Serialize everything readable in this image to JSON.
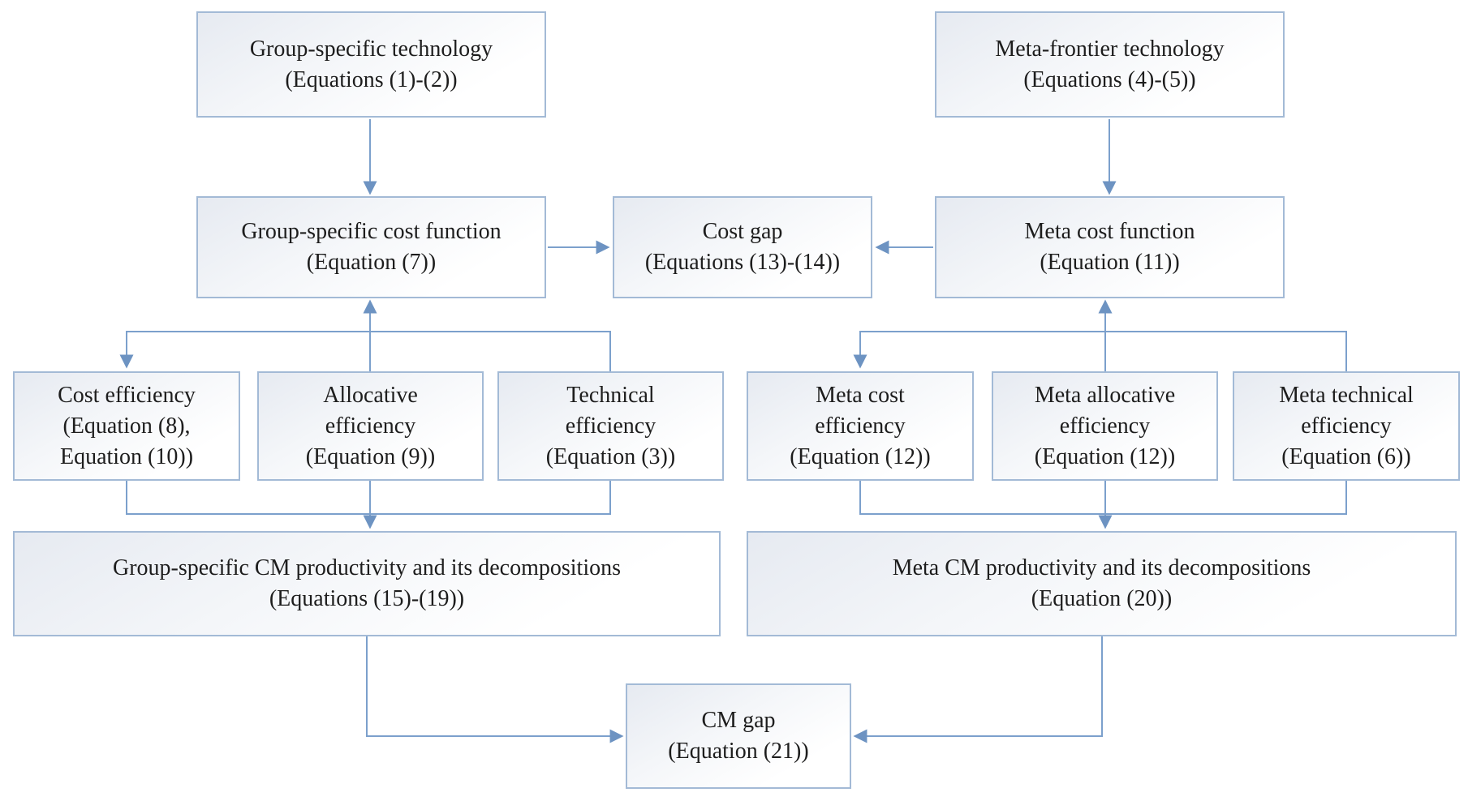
{
  "colors": {
    "connector_line": "#7ca0cc",
    "arrowhead": "#6d93c2",
    "box_border": "#a3bad6",
    "box_fill_top": "#e6eaf1",
    "box_fill_bottom": "#ffffff",
    "text": "#1d1d1d",
    "background": "#ffffff"
  },
  "nodes": {
    "group_specific_technology": {
      "lines": [
        "Group-specific technology",
        "(Equations (1)-(2))"
      ]
    },
    "meta_frontier_technology": {
      "lines": [
        "Meta-frontier technology",
        "(Equations (4)-(5))"
      ]
    },
    "group_specific_cost_function": {
      "lines": [
        "Group-specific cost function",
        "(Equation (7))"
      ]
    },
    "cost_gap": {
      "lines": [
        "Cost gap",
        "(Equations (13)-(14))"
      ]
    },
    "meta_cost_function": {
      "lines": [
        "Meta cost function",
        "(Equation (11))"
      ]
    },
    "cost_efficiency": {
      "lines": [
        "Cost efficiency",
        "(Equation (8),",
        "Equation (10))"
      ]
    },
    "allocative_efficiency": {
      "lines": [
        "Allocative",
        "efficiency",
        "(Equation (9))"
      ]
    },
    "technical_efficiency": {
      "lines": [
        "Technical",
        "efficiency",
        "(Equation (3))"
      ]
    },
    "meta_cost_efficiency": {
      "lines": [
        "Meta cost",
        "efficiency",
        "(Equation (12))"
      ]
    },
    "meta_allocative_efficiency": {
      "lines": [
        "Meta allocative",
        "efficiency",
        "(Equation (12))"
      ]
    },
    "meta_technical_efficiency": {
      "lines": [
        "Meta technical",
        "efficiency",
        "(Equation (6))"
      ]
    },
    "group_specific_cm_productivity": {
      "lines": [
        "Group-specific CM productivity and its decompositions",
        "(Equations (15)-(19))"
      ]
    },
    "meta_cm_productivity": {
      "lines": [
        "Meta CM productivity and its decompositions",
        "(Equation (20))"
      ]
    },
    "cm_gap": {
      "lines": [
        "CM gap",
        "(Equation (21))"
      ]
    }
  }
}
